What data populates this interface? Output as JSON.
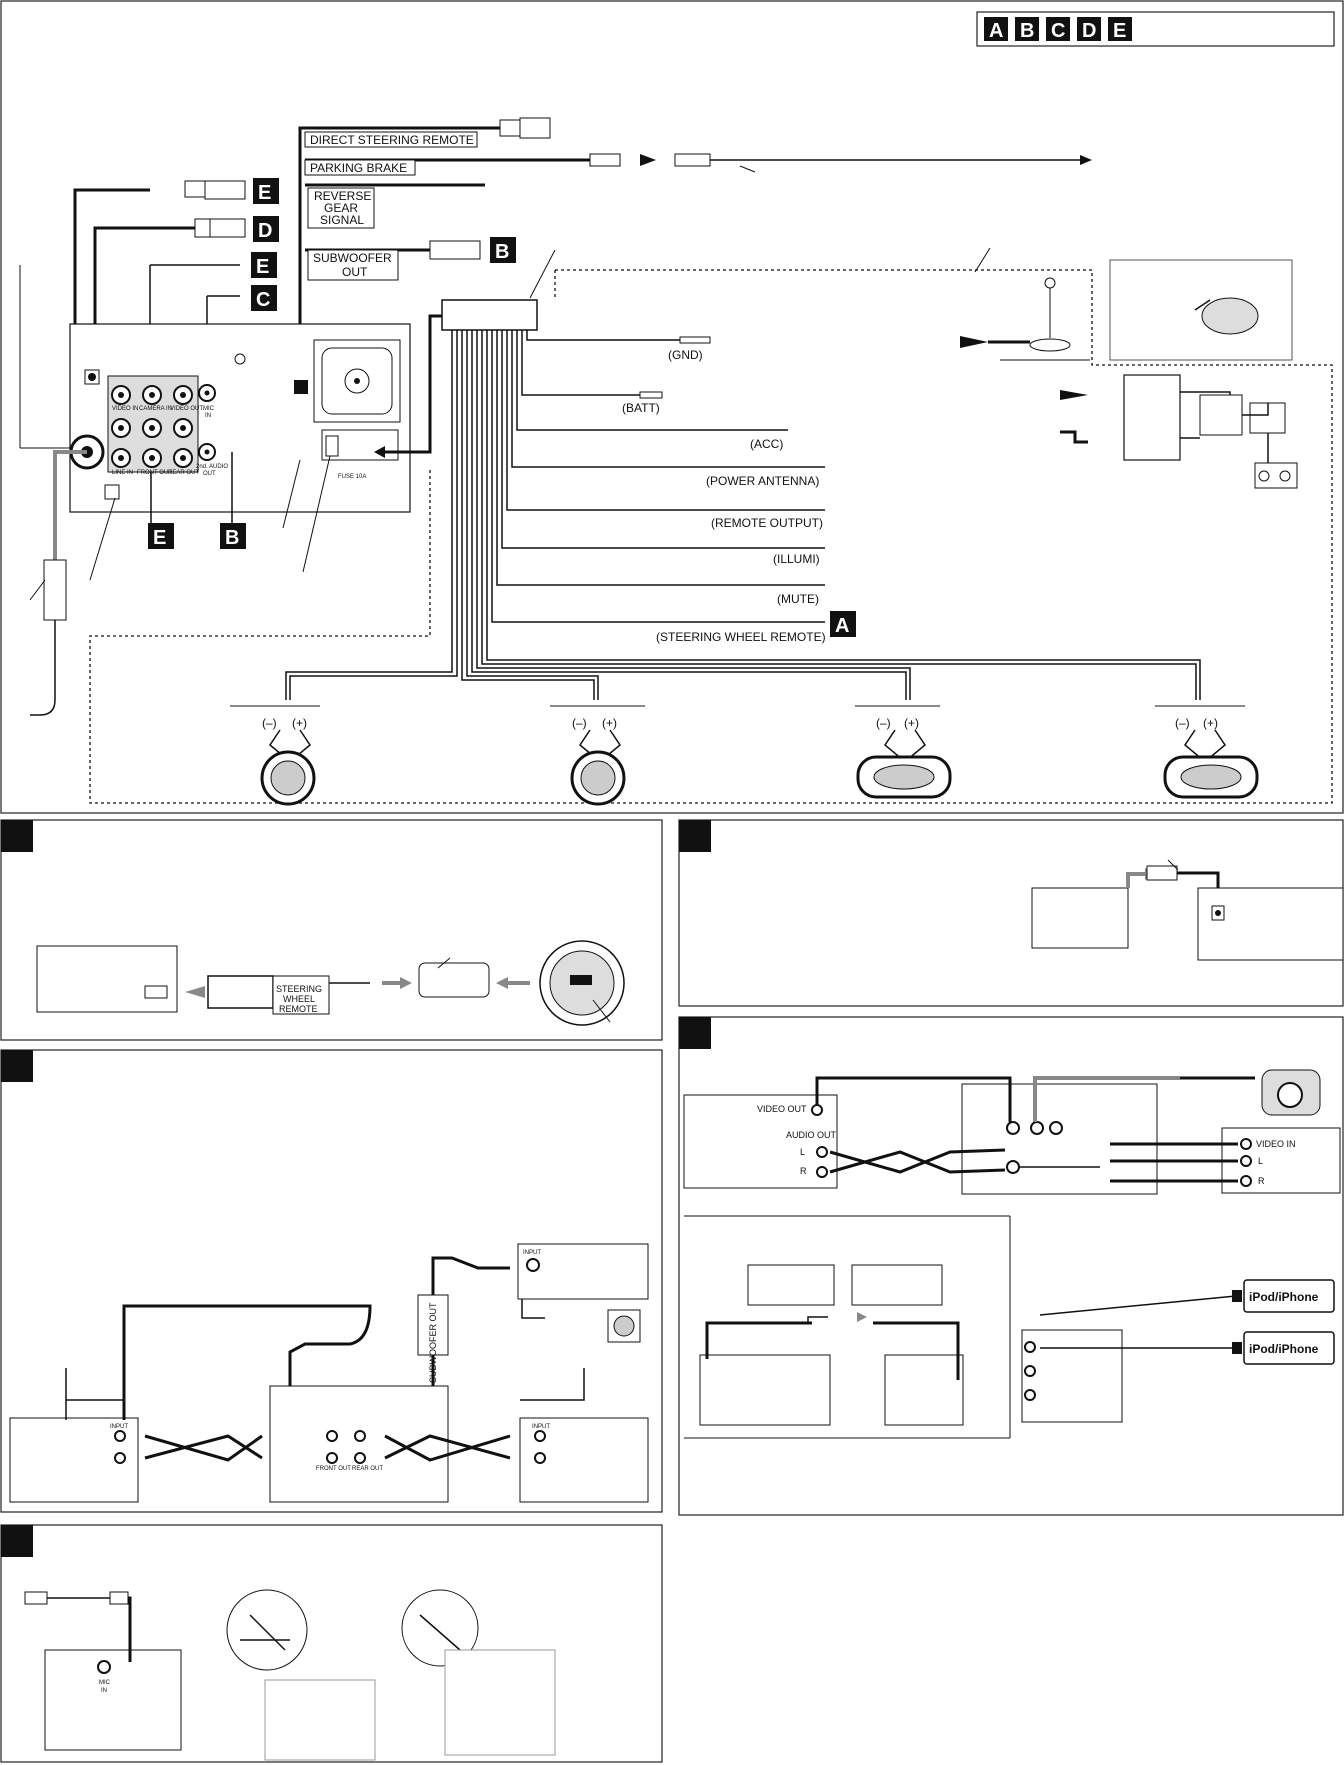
{
  "legend_letters": [
    "A",
    "B",
    "C",
    "D",
    "E"
  ],
  "main": {
    "harness_labels": {
      "direct_steering_remote": "DIRECT STEERING REMOTE",
      "parking_brake": "PARKING BRAKE",
      "reverse_gear_signal": [
        "REVERSE",
        "GEAR",
        "SIGNAL"
      ],
      "subwoofer_out": [
        "SUBWOOFER",
        "OUT"
      ]
    },
    "wires": [
      "(GND)",
      "(BATT)",
      "(ACC)",
      "(POWER ANTENNA)",
      "(REMOTE OUTPUT)",
      "(ILLUMI)",
      "(MUTE)",
      "(STEERING WHEEL REMOTE)"
    ],
    "panel_jacks": {
      "video_in": "VIDEO IN",
      "camera_in": "CAMERA IN",
      "video_out": "VIDEO OUT",
      "mic_in": [
        "MIC",
        "IN"
      ],
      "line_in": "LINE IN",
      "front_out": "FRONT OUT",
      "rear_out": "REAR OUT",
      "second_audio_out": [
        "2nd. AUDIO",
        "OUT"
      ],
      "fuse": "FUSE 10A"
    },
    "port_tags": [
      "E",
      "D",
      "E",
      "C",
      "B",
      "E",
      "B",
      "A"
    ],
    "polarity": {
      "neg": "(–)",
      "pos": "(+)"
    }
  },
  "panel_a": {
    "steering_label": [
      "STEERING",
      "WHEEL",
      "REMOTE"
    ]
  },
  "panel_b": {
    "subwoofer_out_vertical": "SUBWOOFER OUT",
    "input": "INPUT",
    "front_out": "FRONT OUT",
    "rear_out": "REAR OUT"
  },
  "panel_d": {
    "video_out": "VIDEO OUT",
    "audio_out": "AUDIO OUT",
    "video_in": "VIDEO IN",
    "l": "L",
    "r": "R",
    "ipod1": "iPod/iPhone",
    "ipod2": "iPod/iPhone"
  },
  "panel_c": {
    "mic_in": [
      "MIC",
      "IN"
    ]
  }
}
